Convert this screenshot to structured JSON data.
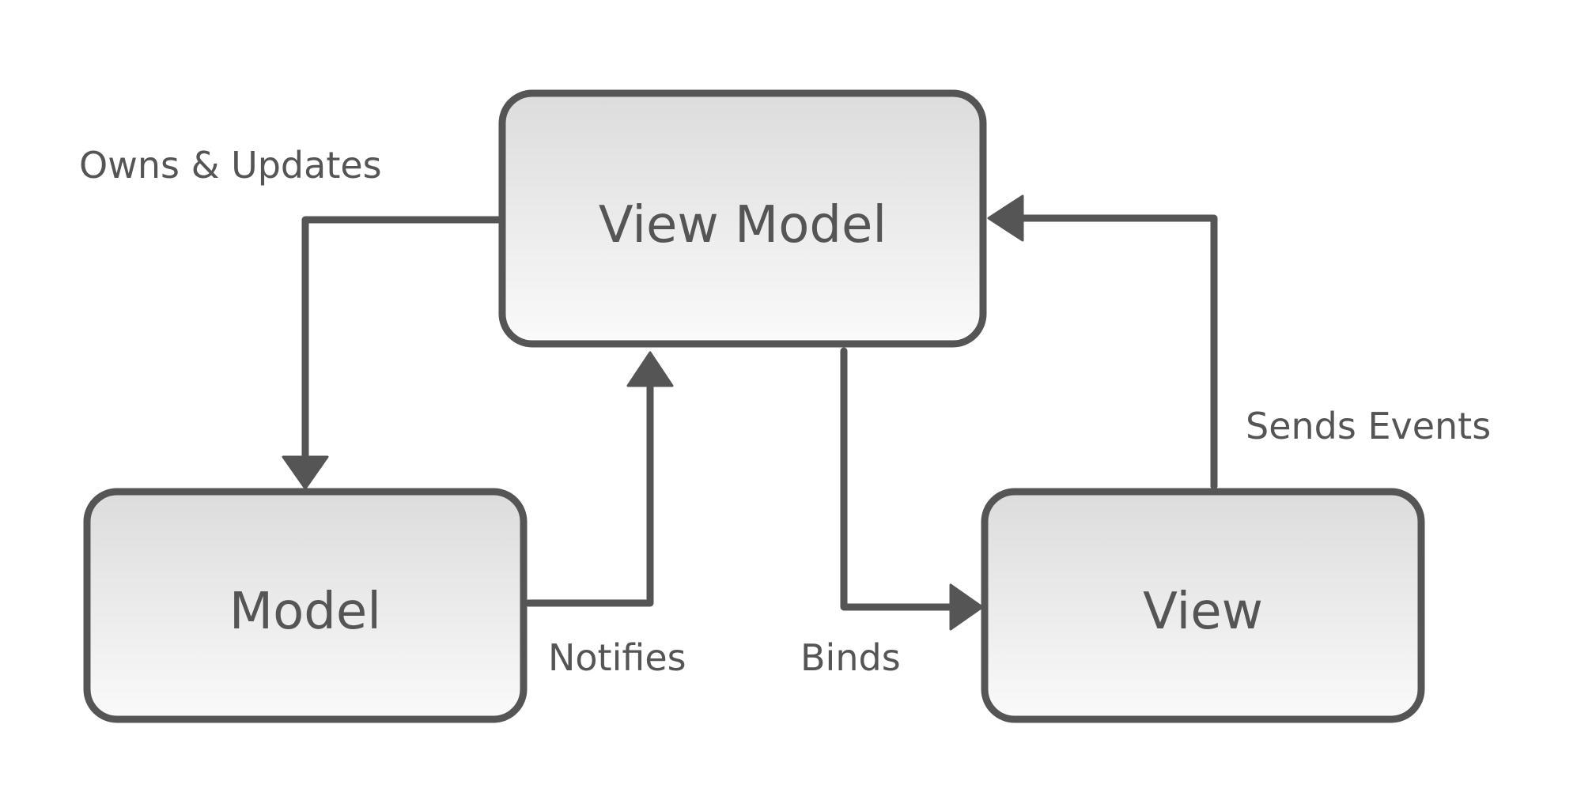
{
  "nodes": {
    "view_model": {
      "label": "View Model"
    },
    "model": {
      "label": "Model"
    },
    "view": {
      "label": "View"
    }
  },
  "edges": {
    "owns_updates": {
      "label": "Owns & Updates",
      "from": "view_model",
      "to": "model"
    },
    "notifies": {
      "label": "Notifies",
      "from": "model",
      "to": "view_model"
    },
    "binds": {
      "label": "Binds",
      "from": "view_model",
      "to": "view"
    },
    "sends_events": {
      "label": "Sends Events",
      "from": "view",
      "to": "view_model"
    }
  },
  "colors": {
    "stroke": "#555555",
    "box_fill_top": "#dcdcdc",
    "box_fill_bottom": "#fafafa",
    "text": "#555555"
  }
}
